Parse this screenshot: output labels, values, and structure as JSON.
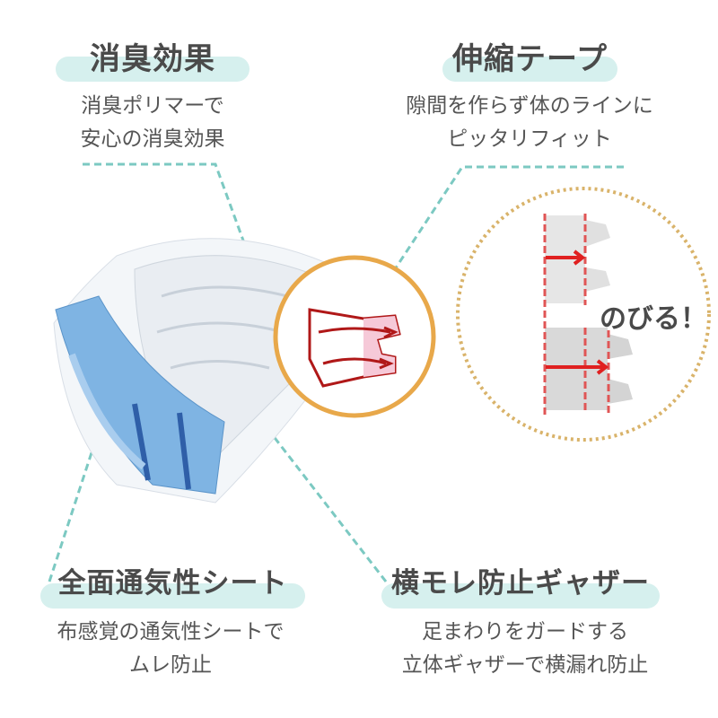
{
  "features": [
    {
      "title": "消臭効果",
      "lines": [
        "消臭ポリマーで",
        "安心の消臭効果"
      ]
    },
    {
      "title": "伸縮テープ",
      "lines": [
        "隙間を作らず体のラインに",
        "ピッタリフィット"
      ]
    },
    {
      "title": "全面通気性シート",
      "lines": [
        "布感覚の通気性シートで",
        "ムレ防止"
      ]
    },
    {
      "title": "横モレ防止ギャザー",
      "lines": [
        "足まわりをガードする",
        "立体ギャザーで横漏れ防止"
      ]
    }
  ],
  "stretch_label": "のびる！",
  "colors": {
    "accent": "#7cc9c2",
    "pill": "#d6f0ee",
    "orange": "#e8a84a",
    "dotted": "#d9b36a",
    "red": "#e03030"
  }
}
